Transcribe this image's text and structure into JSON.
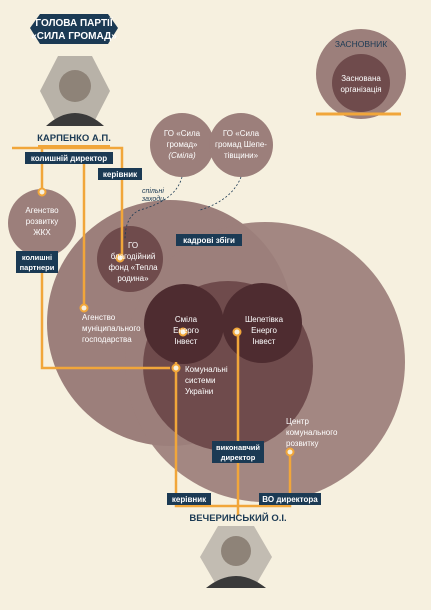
{
  "colors": {
    "background": "#f6f0df",
    "circle_light": "#9c7f7b",
    "circle_mid": "#6f4b4c",
    "circle_dark": "#4e2c30",
    "circle_darkest": "#3a1d22",
    "line_orange": "#f1a63a",
    "tag_navy": "#1b3a54",
    "hex_header": "#1b3a54"
  },
  "header": {
    "line1": "ГОЛОВА ПАРТІЇ",
    "line2": "«СИЛА ГРОМАД»"
  },
  "legend": {
    "title": "ЗАСНОВНИК",
    "inner_line1": "Заснована",
    "inner_line2": "організація"
  },
  "people": {
    "karpenko": "КАРПЕНКО А.П.",
    "vecherynskyi": "ВЕЧЕРИНСЬКИЙ О.І."
  },
  "tags": {
    "former_director": "колишній директор",
    "head": "керівник",
    "former_partners_1": "колишні",
    "former_partners_2": "партнери",
    "personnel_overlap": "кадрові збіги",
    "exec_director_1": "виконавчий",
    "exec_director_2": "директор",
    "head_bottom": "керівник",
    "vo_director": "ВО директора"
  },
  "orgs": {
    "go_smila_1": "ГО «Сила",
    "go_smila_2": "громад»",
    "go_smila_3": "(Сміла)",
    "go_shep_1": "ГО «Сила",
    "go_shep_2": "громад Шепе-",
    "go_shep_3": "тівщини»",
    "ahentstvo_zhkh_1": "Агенство",
    "ahentstvo_zhkh_2": "розвитку",
    "ahentstvo_zhkh_3": "ЖКХ",
    "joint_1": "спільні",
    "joint_2": "заходи",
    "fund_1": "ГО",
    "fund_2": "благодійний",
    "fund_3": "фонд «Тепла",
    "fund_4": "родина»",
    "agency_mun_1": "Агенство",
    "agency_mun_2": "муніципального",
    "agency_mun_3": "господарства",
    "smila_energo_1": "Сміла",
    "smila_energo_2": "Енерго",
    "smila_energo_3": "Інвест",
    "shep_energo_1": "Шепетівка",
    "shep_energo_2": "Енерго",
    "shep_energo_3": "Інвест",
    "komunalni_1": "Комунальні",
    "komunalni_2": "системи",
    "komunalni_3": "України",
    "center_1": "Центр",
    "center_2": "комунального",
    "center_3": "розвитку"
  }
}
